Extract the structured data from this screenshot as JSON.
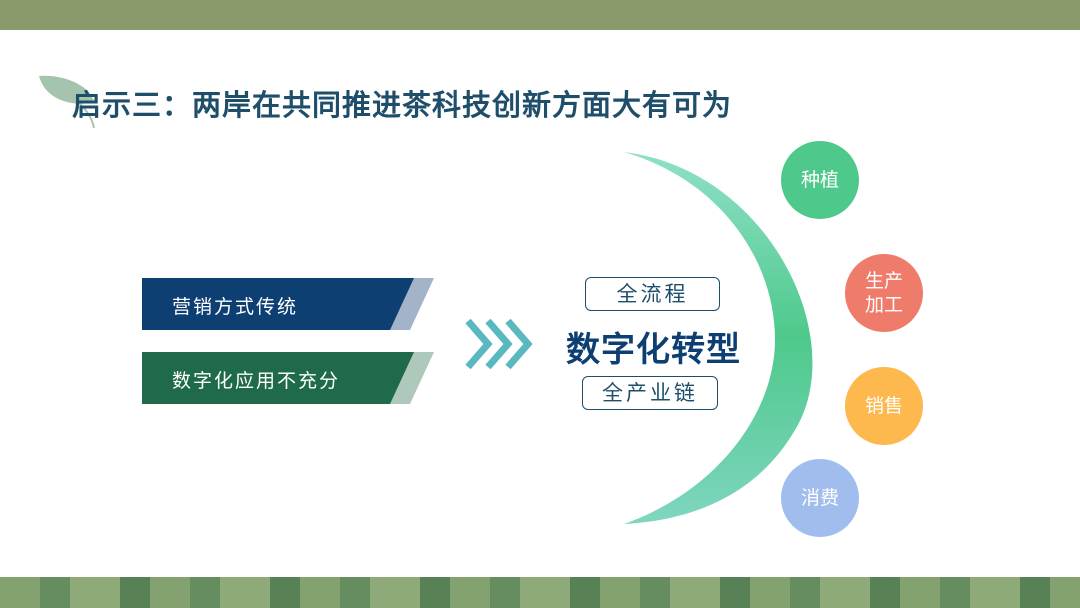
{
  "slide": {
    "title": "启示三：两岸在共同推进茶科技创新方面大有可为",
    "problems": [
      "营销方式传统",
      "数字化应用不充分"
    ],
    "center": {
      "top": "全流程",
      "main": "数字化转型",
      "bottom": "全产业链"
    },
    "stages": [
      {
        "label": "种植",
        "color": "#4ec98b"
      },
      {
        "label": "生产\n加工",
        "line1": "生产",
        "line2": "加工",
        "color": "#ef7b6a"
      },
      {
        "label": "销售",
        "color": "#fdb84e"
      },
      {
        "label": "消费",
        "color": "#a0bdee"
      }
    ],
    "colors": {
      "title": "#1f4e6b",
      "banner1": "#0e3f73",
      "banner2": "#1e6a4a",
      "chevron": "#5bb7c0"
    }
  }
}
